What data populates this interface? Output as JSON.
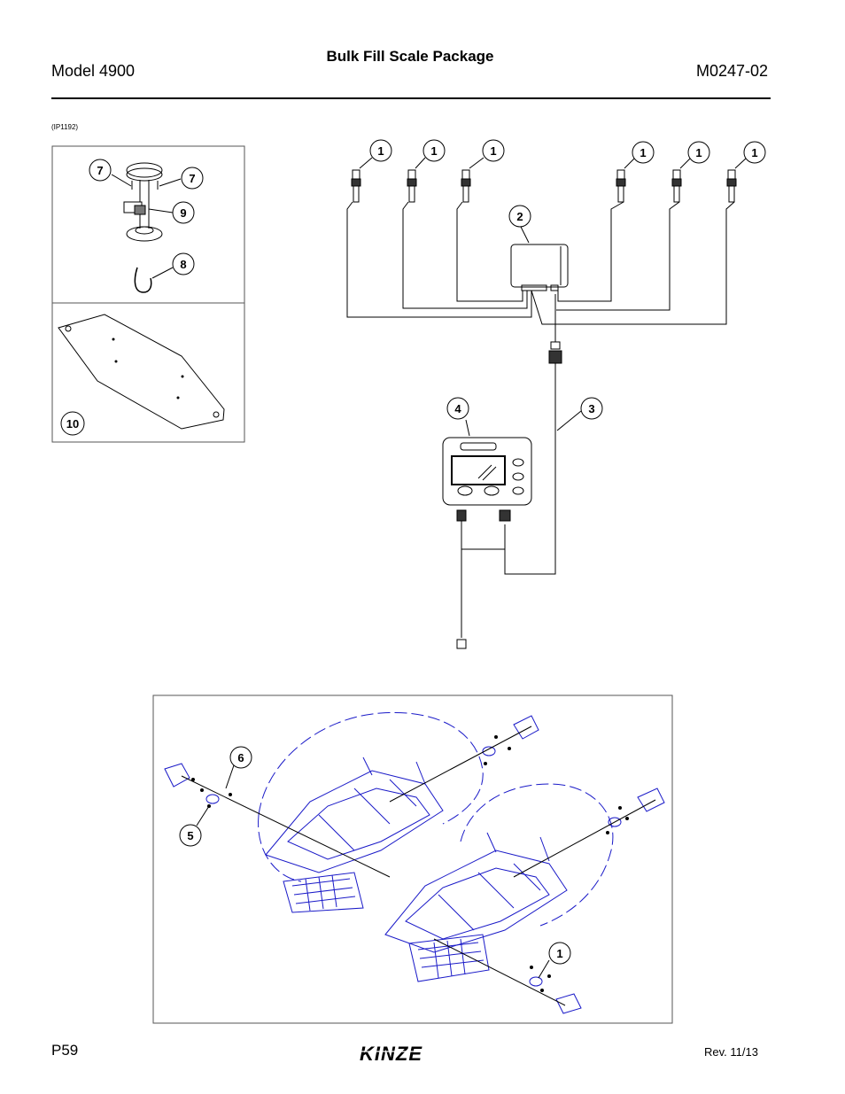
{
  "header": {
    "model": "Model 4900",
    "title": "Bulk Fill Scale Package",
    "manual_number": "M0247-02"
  },
  "illustration_code": "(IP1192)",
  "callouts": {
    "load_cell": "1",
    "junction_box": "2",
    "harness": "3",
    "monitor": "4",
    "part5": "5",
    "part6": "6",
    "part7": "7",
    "part8": "8",
    "part9": "9",
    "part10": "10"
  },
  "footer": {
    "page": "P59",
    "logo_text": "KINZE",
    "revision": "Rev. 11/13"
  },
  "colors": {
    "ink": "#000000",
    "blueprint": "#1a1ac8",
    "box_border": "#555555"
  }
}
